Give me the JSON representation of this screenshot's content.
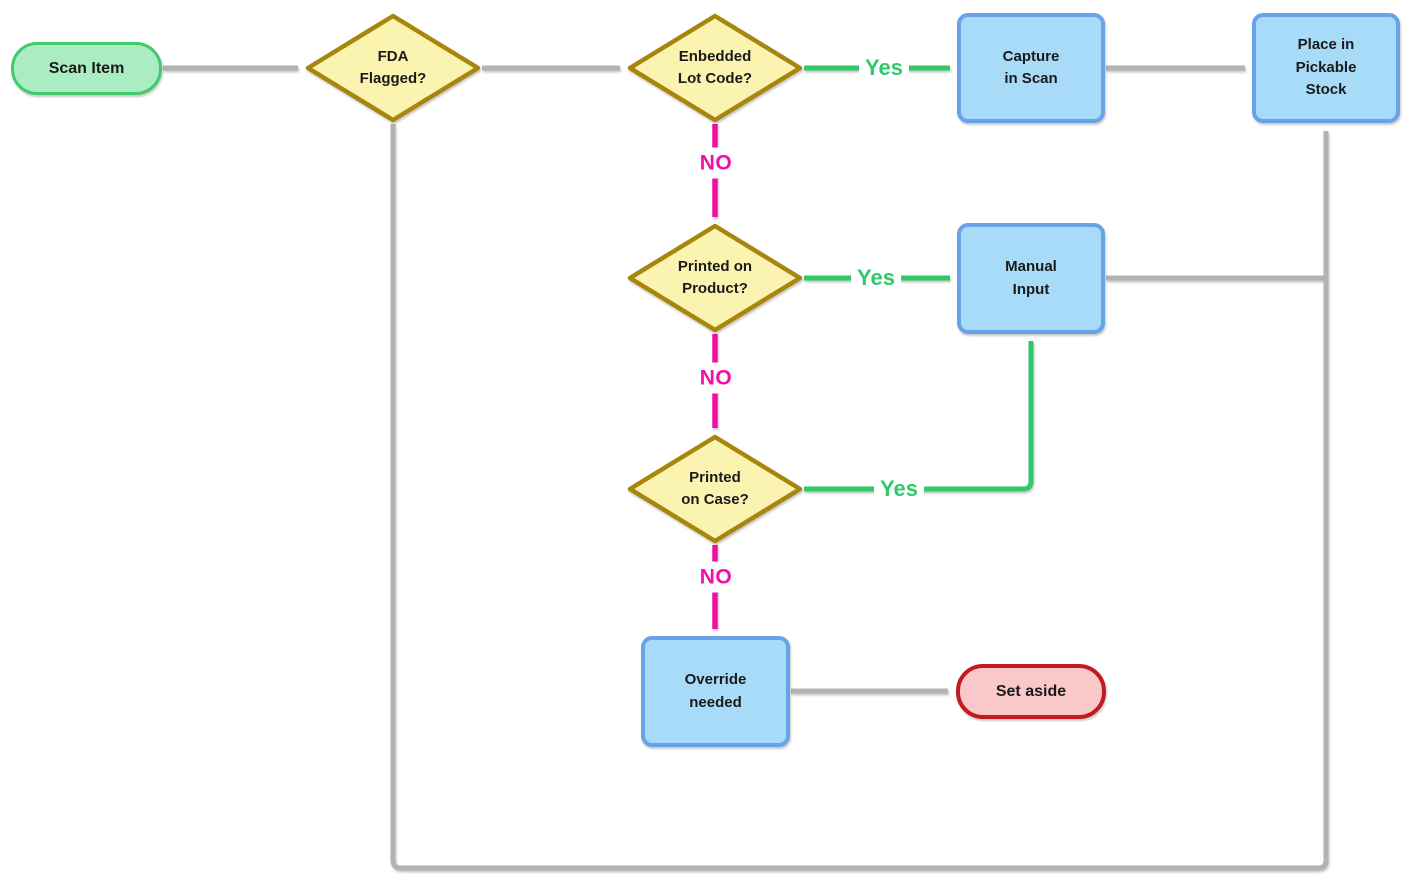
{
  "diagram": {
    "nodes": {
      "scan_item": {
        "type": "start",
        "label": "Scan Item"
      },
      "fda_flagged": {
        "type": "decision",
        "label": "FDA\nFlagged?"
      },
      "embedded_lot_code": {
        "type": "decision",
        "label": "Enbedded\nLot Code?"
      },
      "capture_in_scan": {
        "type": "process",
        "label": "Capture\nin Scan"
      },
      "place_in_pickable_stock": {
        "type": "process",
        "label": "Place in\nPickable\nStock"
      },
      "printed_on_product": {
        "type": "decision",
        "label": "Printed on\nProduct?"
      },
      "manual_input": {
        "type": "process",
        "label": "Manual\nInput"
      },
      "printed_on_case": {
        "type": "decision",
        "label": "Printed\non Case?"
      },
      "override_needed": {
        "type": "process",
        "label": "Override\nneeded"
      },
      "set_aside": {
        "type": "end",
        "label": "Set aside"
      }
    },
    "edge_labels": {
      "embedded_yes": "Yes",
      "embedded_no": "NO",
      "product_yes": "Yes",
      "product_no": "NO",
      "case_yes": "Yes",
      "case_no": "NO"
    },
    "colors": {
      "start_fill": "#ABEDC2",
      "start_border": "#41C96B",
      "decision_fill": "#FBF3B0",
      "decision_border": "#A8860D",
      "process_fill": "#A7DBF7",
      "process_border": "#68A2E8",
      "end_fill": "#F9C9C9",
      "end_border": "#C11A1F",
      "flow_gray": "#B3B3B3",
      "flow_yes": "#2FC96B",
      "flow_no": "#F10FA5",
      "text": "#1A1A1A"
    }
  }
}
